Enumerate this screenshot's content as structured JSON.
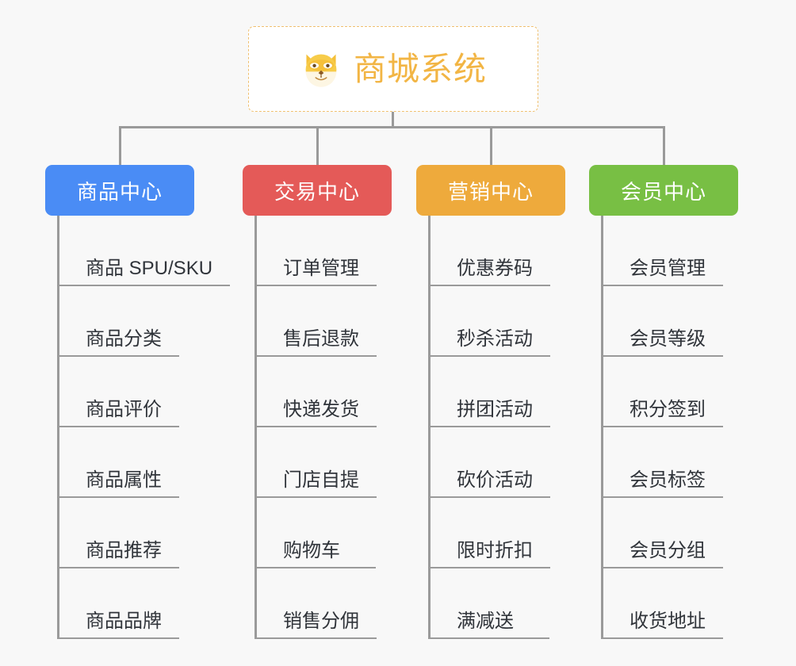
{
  "diagram": {
    "type": "org-chart",
    "title": "商城系统",
    "background_color": "#f8f8f8",
    "connector_color": "#9a9a9a",
    "root": {
      "label": "商城系统",
      "icon": "shiba-dog-face-emoji",
      "text_color": "#f2b544",
      "border_color": "#f0c070",
      "background_color": "#ffffff"
    },
    "categories": [
      {
        "label": "商品中心",
        "color": "#4a8cf5",
        "items": [
          "商品 SPU/SKU",
          "商品分类",
          "商品评价",
          "商品属性",
          "商品推荐",
          "商品品牌"
        ]
      },
      {
        "label": "交易中心",
        "color": "#e45a58",
        "items": [
          "订单管理",
          "售后退款",
          "快递发货",
          "门店自提",
          "购物车",
          "销售分佣"
        ]
      },
      {
        "label": "营销中心",
        "color": "#eeaa3c",
        "items": [
          "优惠券码",
          "秒杀活动",
          "拼团活动",
          "砍价活动",
          "限时折扣",
          "满减送"
        ]
      },
      {
        "label": "会员中心",
        "color": "#78bf44",
        "items": [
          "会员管理",
          "会员等级",
          "积分签到",
          "会员标签",
          "会员分组",
          "收货地址"
        ]
      }
    ]
  }
}
